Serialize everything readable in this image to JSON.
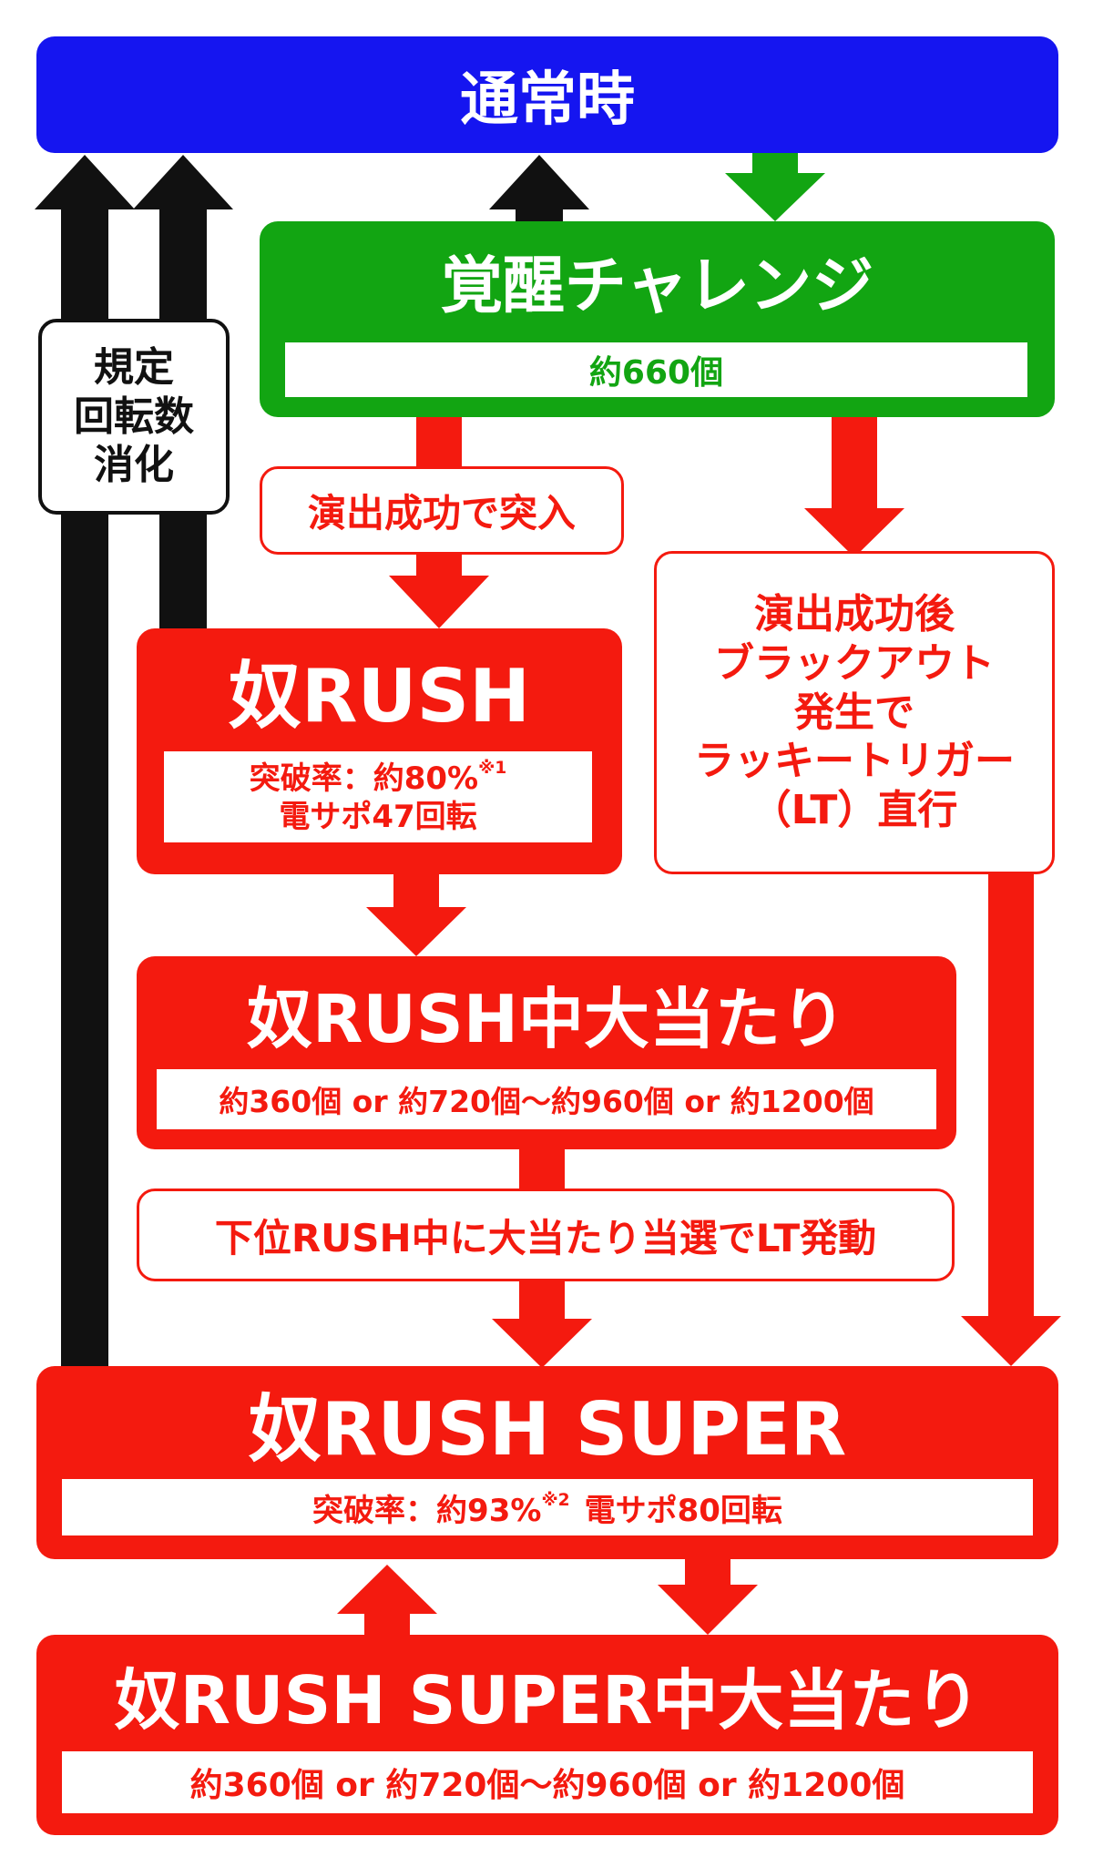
{
  "colors": {
    "blue": "#1515f0",
    "green": "#12a512",
    "red": "#f41a0f",
    "black": "#111111",
    "white": "#ffffff"
  },
  "normal_state": {
    "title": "通常時"
  },
  "loop_label": {
    "lines": "規定\n回転数\n消化"
  },
  "awakening_challenge": {
    "title": "覚醒チャレンジ",
    "balls": "約660個"
  },
  "entry_label": "演出成功で突入",
  "lucky_trigger_note": {
    "lines": "演出成功後\nブラックアウト\n発生で\nラッキートリガー\n（LT）直行"
  },
  "yakko_rush": {
    "title": "奴RUSH",
    "breakthrough_label": "突破率：約80%",
    "breakthrough_note_mark": "※1",
    "support": "電サポ47回転"
  },
  "yakko_rush_jackpot": {
    "title": "奴RUSH中大当たり",
    "balls": "約360個 or 約720個〜約960個 or 約1200個"
  },
  "lt_trigger_label": "下位RUSH中に大当たり当選でLT発動",
  "yakko_rush_super": {
    "title": "奴RUSH SUPER",
    "breakthrough_label": "突破率：約93%",
    "breakthrough_note_mark": "※2",
    "support": "電サポ80回転"
  },
  "yakko_rush_super_jackpot": {
    "title": "奴RUSH SUPER中大当たり",
    "balls": "約360個 or 約720個〜約960個 or 約1200個"
  }
}
